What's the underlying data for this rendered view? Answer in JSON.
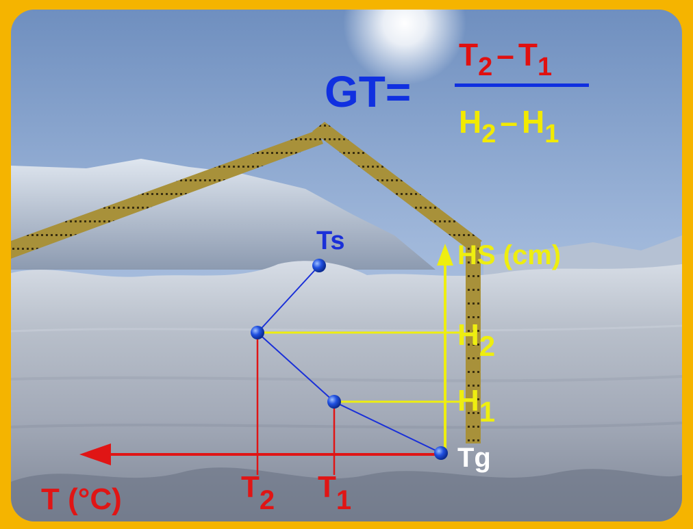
{
  "formula": {
    "lhs": "GT=",
    "numerator": {
      "a": "T",
      "a_sub": "2",
      "op": "–",
      "b": "T",
      "b_sub": "1"
    },
    "denominator": {
      "a": "H",
      "a_sub": "2",
      "op": "–",
      "b": "H",
      "b_sub": "1"
    }
  },
  "labels": {
    "ts": "Ts",
    "tg": "Tg",
    "hs": "HS (cm)",
    "temp_axis": "T (°C)",
    "h2": "H",
    "h2_sub": "2",
    "h1": "H",
    "h1_sub": "1",
    "t2": "T",
    "t2_sub": "2",
    "t1": "T",
    "t1_sub": "1"
  },
  "colors": {
    "frame": "#f5b400",
    "formula_lhs": "#1030e0",
    "numerator": "#e01010",
    "denominator": "#f2ea00",
    "fraction_bar": "#1030e0",
    "profile_line": "#1a30d8",
    "point": "#1a4fe0",
    "height_lines": "#eeee10",
    "temp_lines": "#e01515",
    "white_label": "#ffffff"
  },
  "icons": [
    "folding-ruler",
    "sun-glare"
  ]
}
